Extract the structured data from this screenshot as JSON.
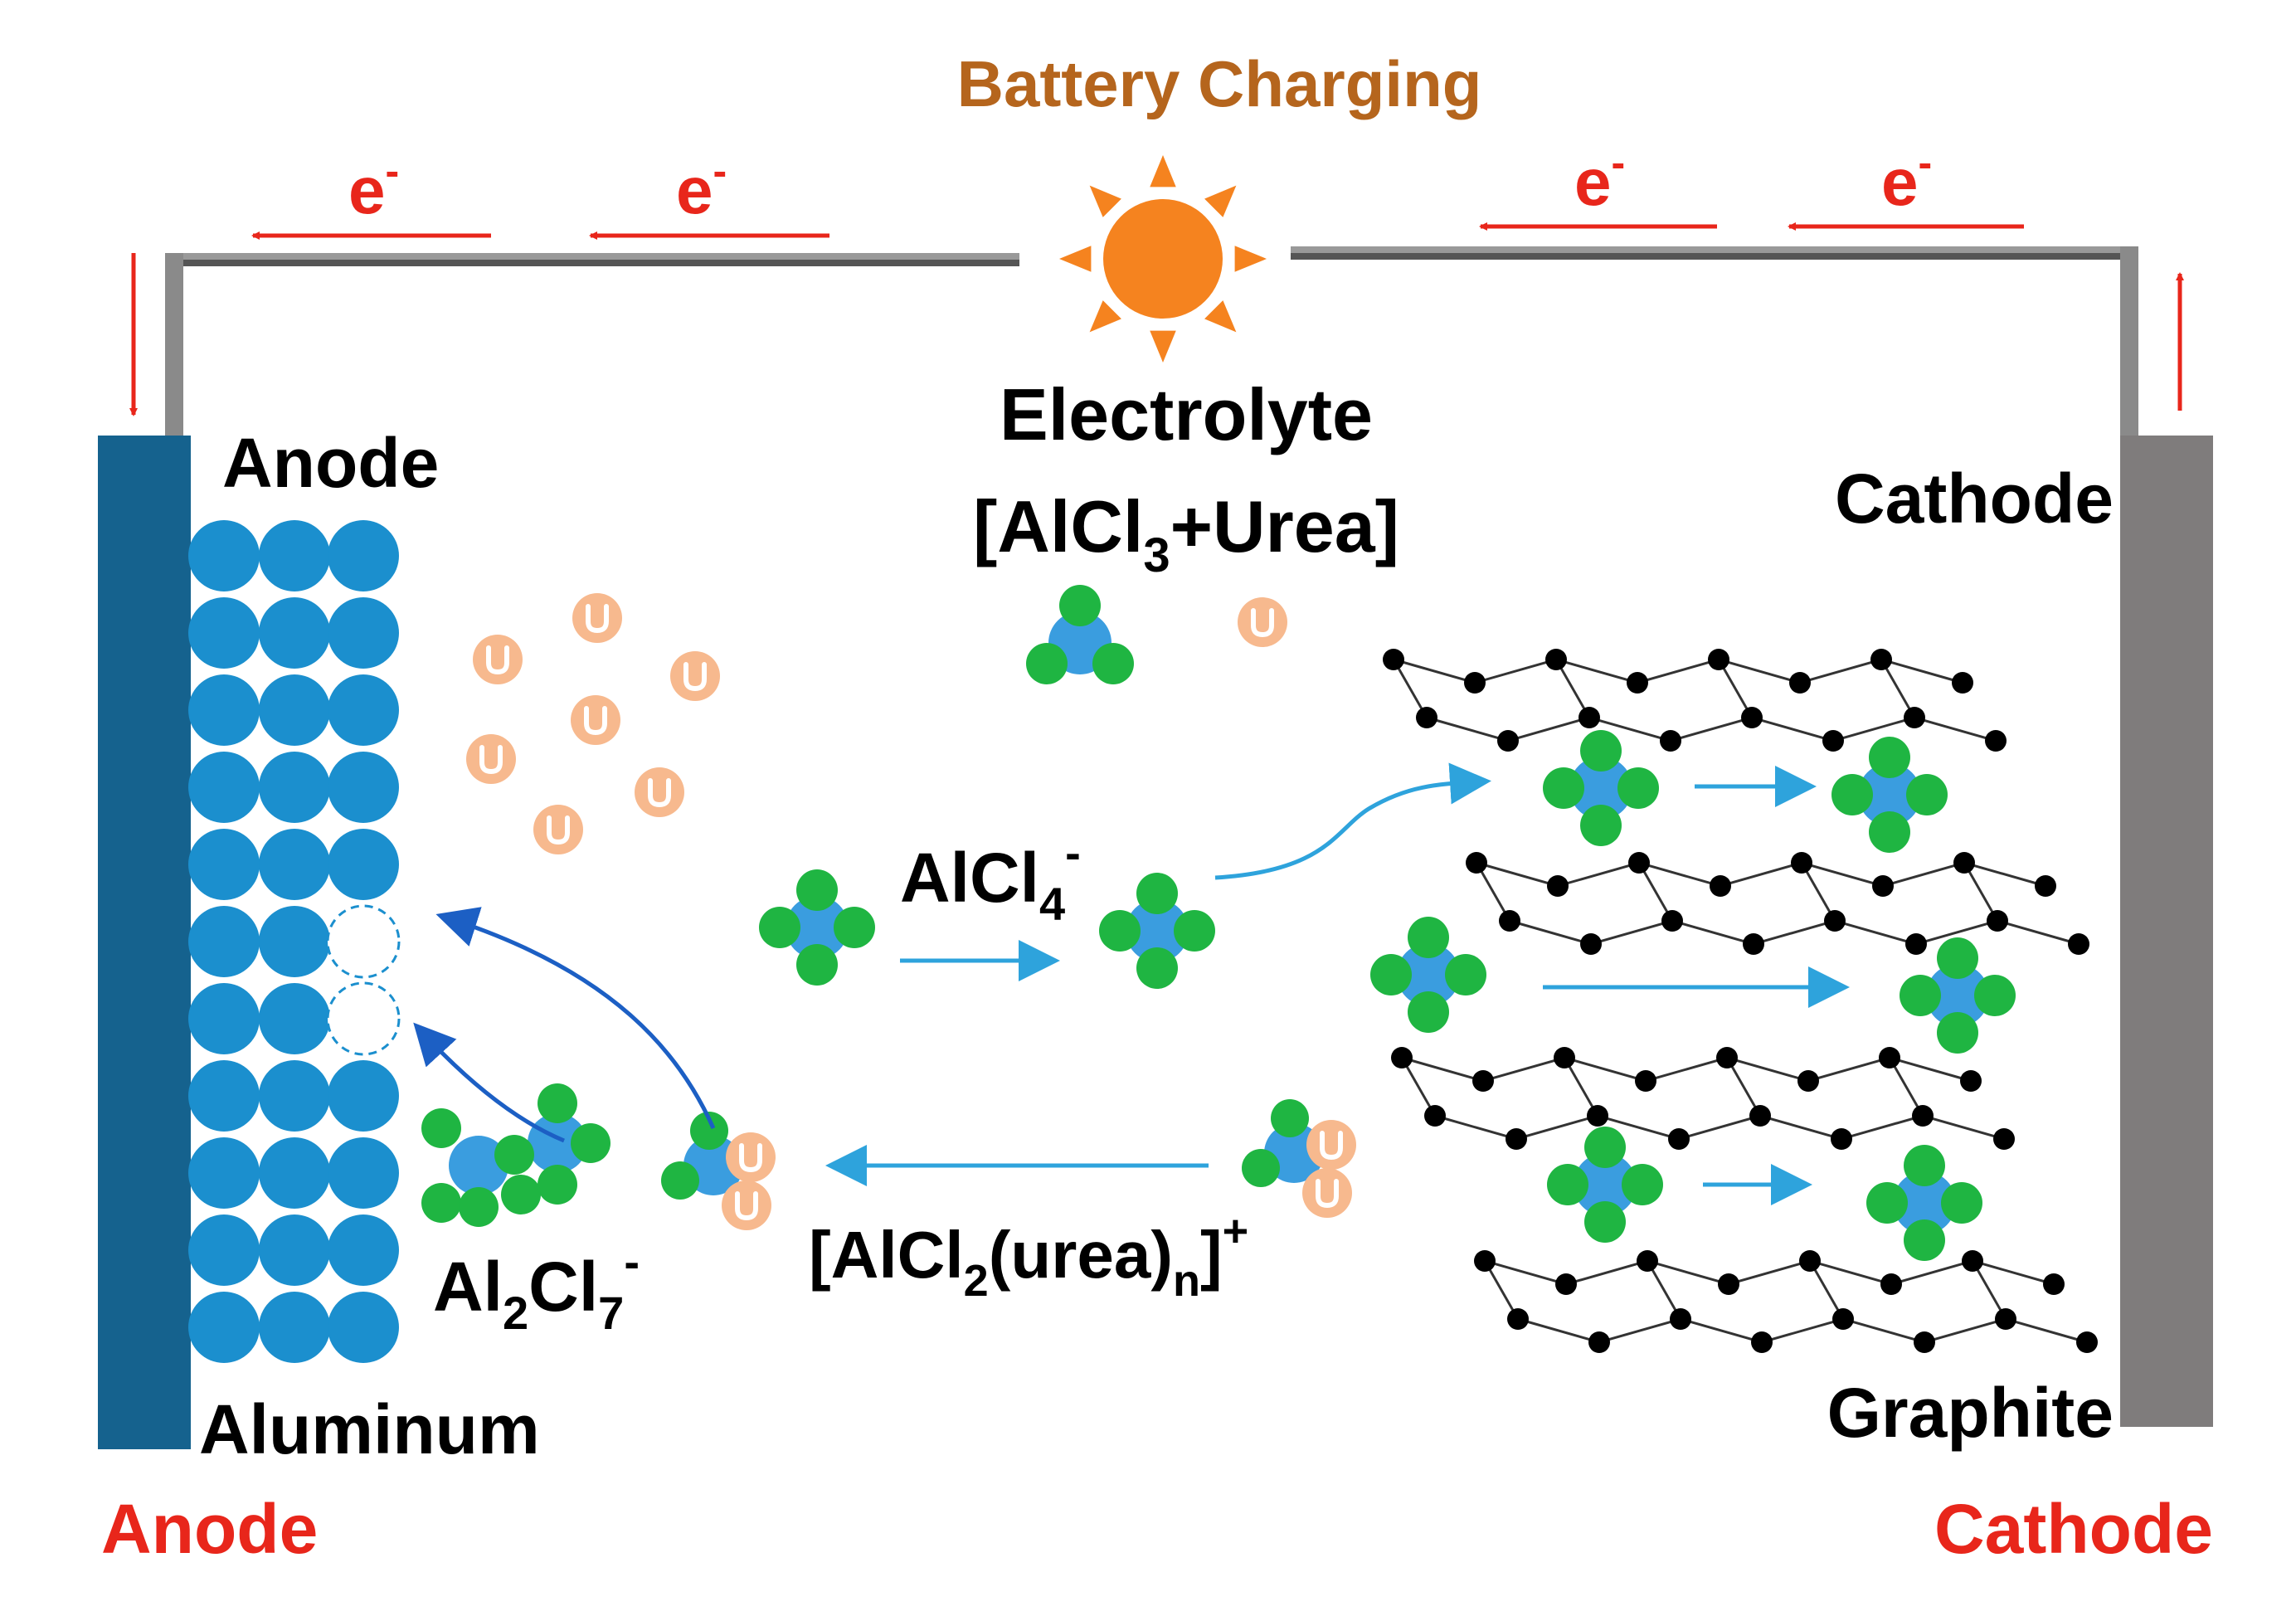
{
  "title": "Battery Charging",
  "electron": {
    "symbol": "e",
    "charge": "-"
  },
  "electrolyte": {
    "label": "Electrolyte",
    "formula_a": "[AlCl",
    "formula_sub": "3",
    "formula_b": "+Urea]"
  },
  "anode": {
    "top_label": "Anode",
    "material": "Aluminum",
    "bottom_label": "Anode"
  },
  "cathode": {
    "top_label": "Cathode",
    "material": "Graphite",
    "bottom_label": "Cathode"
  },
  "species": {
    "alcl4": {
      "a": "AlCl",
      "sub": "4",
      "sup": "-"
    },
    "al2cl7": {
      "a": "Al",
      "sub1": "2",
      "b": "Cl",
      "sub2": "7",
      "sup": "-"
    },
    "complex": {
      "a": "[AlCl",
      "sub1": "2",
      "b": "(urea)",
      "sub2": "n",
      "c": "]",
      "sup": "+"
    },
    "urea_symbol": "U"
  },
  "colors": {
    "title": "#b5651d",
    "red": "#e8261b",
    "anode_plate": "#15628e",
    "cathode_plate": "#7f7c7c",
    "al_atom": "#1b8fce",
    "core": "#3a9ddf",
    "cl": "#1fb542",
    "urea": "#f7b98e",
    "sun": "#f5831f",
    "arrow_blue": "#2ea3dc",
    "dark_blue": "#1c5fc4",
    "graphite": "#000000",
    "wire": "#888888"
  }
}
